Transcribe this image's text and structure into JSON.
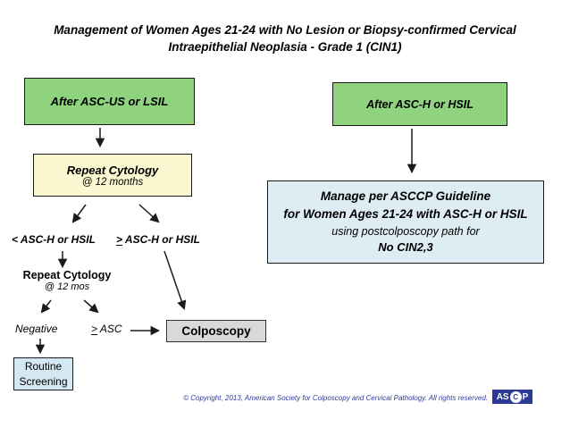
{
  "title": {
    "line1": "Management of Women Ages 21-24 with No Lesion or Biopsy-confirmed Cervical",
    "line2": "Intraepithelial Neoplasia - Grade 1 (CIN1)"
  },
  "colors": {
    "green_box": "#8fd37f",
    "yellow_box": "#fbf7d0",
    "manage_box_blue": "#ddedf3",
    "routine_box_blue": "#d3e8f2",
    "colposcopy_gray": "#d9d9d9",
    "copyright_text": "#333a99",
    "logo_navy": "#2b3a94"
  },
  "flow_left": {
    "after_ascus_label": "After ASC-US or LSIL",
    "repeat_cytology_1": {
      "title": "Repeat Cytology",
      "subtitle": "@ 12 months"
    },
    "branch_less_label": "< ASC-H or HSIL",
    "branch_ge": {
      "symbol": ">",
      "label": " ASC-H or HSIL"
    },
    "repeat_cytology_2": {
      "title": "Repeat Cytology",
      "subtitle": "@ 12 mos"
    },
    "negative_label": "Negative",
    "ge_asc": {
      "symbol": ">",
      "label": " ASC"
    },
    "routine_screening": {
      "line1": "Routine",
      "line2": "Screening"
    },
    "colposcopy_label": "Colposcopy"
  },
  "flow_right": {
    "after_asch_label": "After ASC-H or HSIL",
    "manage_box": {
      "line1": "Manage per  ASCCP Guideline",
      "line2": "for Women Ages 21-24 with ASC-H or HSIL",
      "line3": "using postcolposcopy path for",
      "line4": "No CIN2,3"
    }
  },
  "footer": {
    "copyright": "© Copyright, 2013, American Society for Colposcopy and Cervical Pathology. All rights reserved.",
    "logo": {
      "left": "AS",
      "circle": "C",
      "right": "P"
    }
  }
}
